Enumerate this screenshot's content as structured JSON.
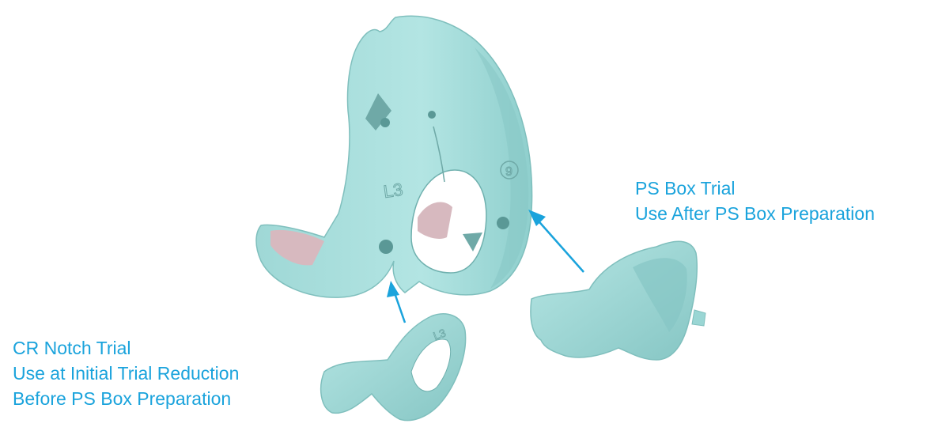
{
  "colors": {
    "implant": "#a8dedd",
    "implant_shade": "#86c6c4",
    "implant_dark": "#5fa6a4",
    "cut_surface": "#d8b8be",
    "callout_text": "#1aa3dc",
    "arrow": "#1aa3dc"
  },
  "ps_callout": {
    "line1": "PS Box Trial",
    "line2": "Use After PS Box Preparation"
  },
  "cr_callout": {
    "line1": "CR Notch Trial",
    "line2": "Use at Initial Trial Reduction",
    "line3": "Before PS Box Preparation"
  },
  "engravings": {
    "size_label": "L3",
    "circled_size": "9",
    "notch_trial_label": "L3"
  }
}
